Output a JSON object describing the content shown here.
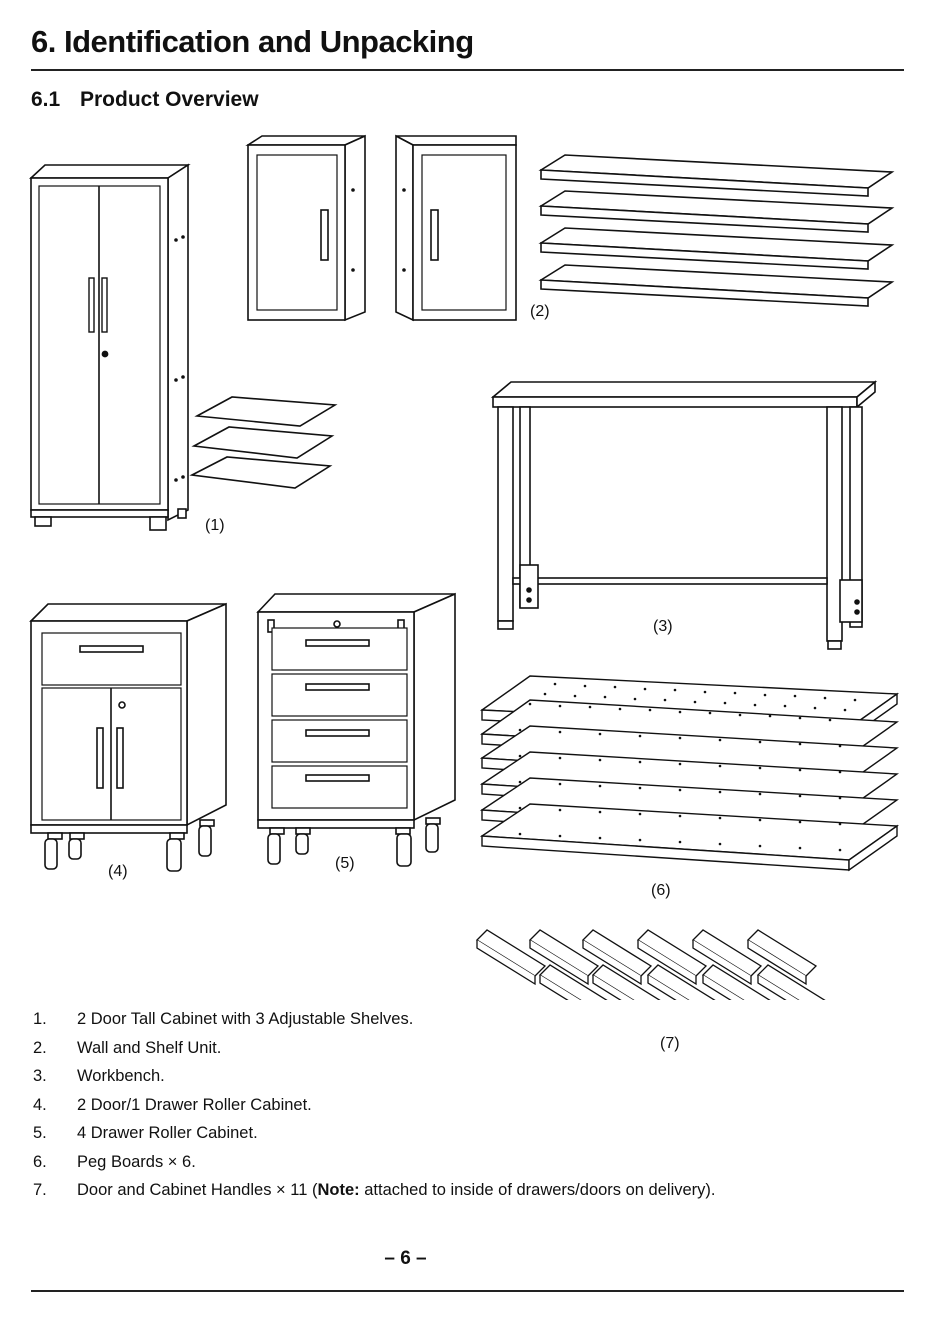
{
  "heading": "6. Identification and Unpacking",
  "subheading": {
    "number": "6.1",
    "title": "Product Overview"
  },
  "figure_labels": {
    "tall_cabinet": "(1)",
    "wall_unit": "(2)",
    "workbench": "(3)",
    "roller_2door": "(4)",
    "roller_4drawer": "(5)",
    "peg_boards": "(6)",
    "handles": "(7)"
  },
  "items": [
    {
      "num": "1.",
      "text": "2 Door Tall Cabinet with 3 Adjustable Shelves."
    },
    {
      "num": "2.",
      "text": "Wall and Shelf Unit."
    },
    {
      "num": "3.",
      "text": "Workbench."
    },
    {
      "num": "4.",
      "text": "2 Door/1 Drawer Roller Cabinet."
    },
    {
      "num": "5.",
      "text": "4 Drawer Roller Cabinet."
    },
    {
      "num": "6.",
      "text": "Peg Boards × 6."
    },
    {
      "num": "7.",
      "text": "Door and Cabinet Handles × 11 (",
      "note_label": "Note:",
      "note_text": " attached to inside of drawers/doors on delivery)."
    }
  ],
  "page_number": "– 6 –"
}
